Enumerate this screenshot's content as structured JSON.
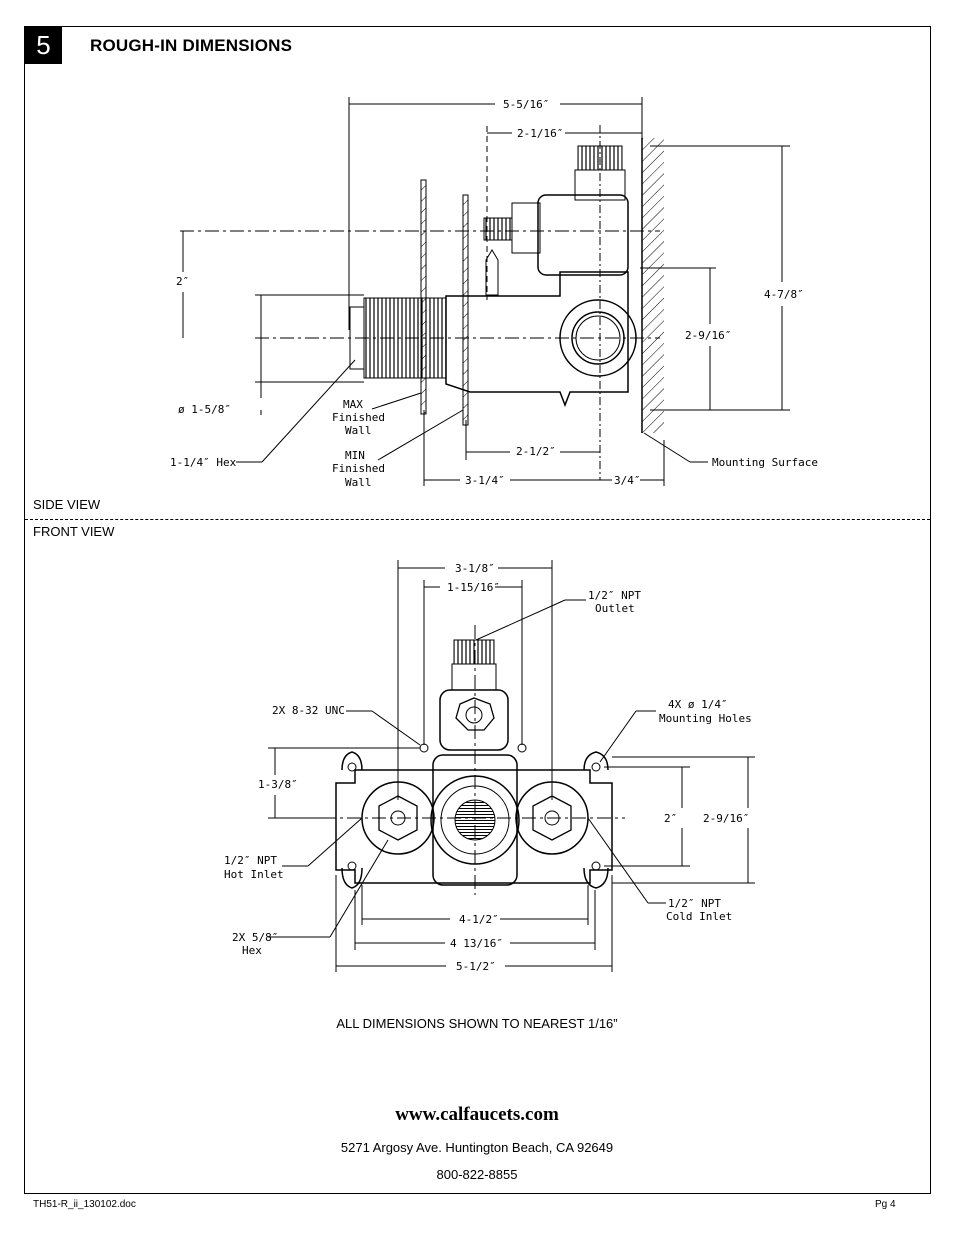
{
  "header": {
    "step": "5",
    "title": "ROUGH-IN DIMENSIONS"
  },
  "views": {
    "side": "SIDE VIEW",
    "front": "FRONT VIEW"
  },
  "side_dims": {
    "d1": "5-5/16″",
    "d2": "2-1/16″",
    "d3": "2″",
    "d4": "4-7/8″",
    "d5": "2-9/16″",
    "d6": "ø 1-5/8″",
    "d7": "1-1/4″ Hex",
    "d8": "2-1/2″",
    "d9": "3-1/4″",
    "d10": "3/4″",
    "max_wall": [
      "MAX",
      "Finished",
      "Wall"
    ],
    "min_wall": [
      "MIN",
      "Finished",
      "Wall"
    ],
    "mounting": "Mounting Surface"
  },
  "front_dims": {
    "d1": "3-1/8″",
    "d2": "1-15/16″",
    "outlet": [
      "1/2″ NPT",
      "Outlet"
    ],
    "unc": "2X 8-32 UNC",
    "holes": [
      "4X ø 1/4″",
      "Mounting Holes"
    ],
    "d3": "1-3/8″",
    "d4": "2″",
    "d5": "2-9/16″",
    "hot": [
      "1/2″ NPT",
      "Hot Inlet"
    ],
    "cold": [
      "1/2″ NPT",
      "Cold Inlet"
    ],
    "hex": [
      "2X 5/8″",
      "Hex"
    ],
    "d6": "4-1/2″",
    "d7": "4 13/16″",
    "d8": "5-1/2″"
  },
  "note": "ALL DIMENSIONS SHOWN TO NEAREST 1/16”",
  "footer": {
    "website": "www.calfaucets.com",
    "address": "5271 Argosy Ave. Huntington Beach, CA 92649",
    "phone": "800-822-8855",
    "doc": "TH51-R_ii_130102.doc",
    "page": "Pg 4"
  }
}
